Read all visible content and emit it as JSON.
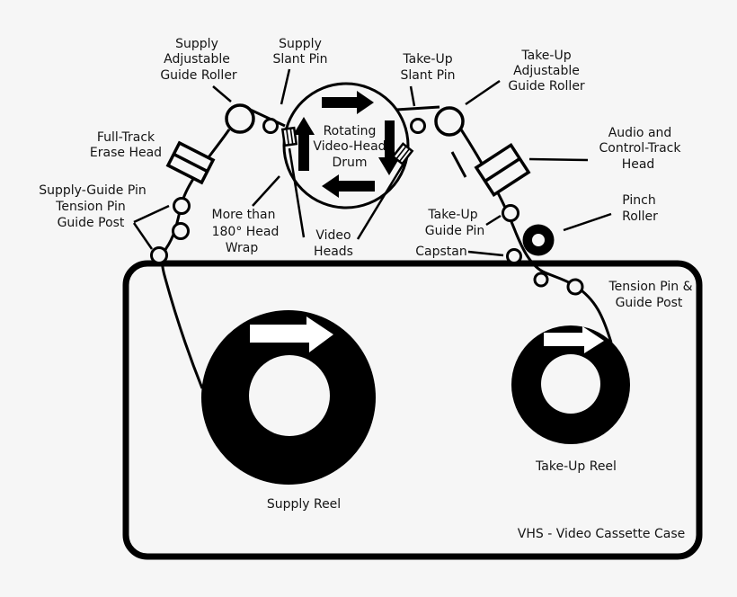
{
  "background_color": "#f6f6f6",
  "ink_color": "#000000",
  "diagram": {
    "case_label": "VHS - Video Cassette Case",
    "labels": {
      "supply_adjustable_guide_roller": [
        "Supply",
        "Adjustable",
        "Guide Roller"
      ],
      "supply_slant_pin": [
        "Supply",
        "Slant Pin"
      ],
      "take_up_slant_pin": [
        "Take-Up",
        "Slant Pin"
      ],
      "take_up_adjustable_guide_roller": [
        "Take-Up",
        "Adjustable",
        "Guide Roller"
      ],
      "full_track_erase_head": [
        "Full-Track",
        "Erase Head"
      ],
      "audio_control_track_head": [
        "Audio and",
        "Control-Track",
        "Head"
      ],
      "supply_guide_pin_group": [
        "Supply-Guide Pin",
        "Tension Pin",
        "Guide Post"
      ],
      "head_wrap": [
        "More than",
        "180° Head",
        "Wrap"
      ],
      "video_heads": [
        "Video",
        "Heads"
      ],
      "rotating_drum": [
        "Rotating",
        "Video-Head",
        "Drum"
      ],
      "take_up_guide_pin": [
        "Take-Up",
        "Guide Pin"
      ],
      "capstan": "Capstan",
      "pinch_roller": [
        "Pinch",
        "Roller"
      ],
      "tension_pin_guide_post": [
        "Tension Pin &",
        "Guide Post"
      ],
      "supply_reel": "Supply Reel",
      "take_up_reel": "Take-Up Reel"
    }
  }
}
